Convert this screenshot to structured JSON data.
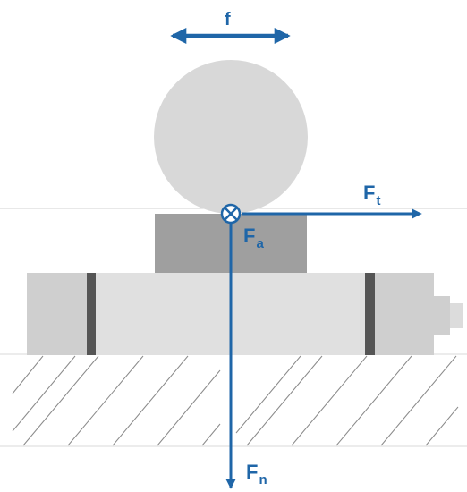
{
  "labels": {
    "frequency": "f",
    "tangential_force_main": "F",
    "tangential_force_sub": "t",
    "axial_force_main": "F",
    "axial_force_sub": "a",
    "normal_force_main": "F",
    "normal_force_sub": "n"
  },
  "colors": {
    "force_arrow": "#1f66a8",
    "ball": "#d8d8d8",
    "sample": "#9f9f9f",
    "holder": "#dadada",
    "holder_stripe": "#555555",
    "ground_hatch": "#8a8a8a",
    "guide_lines": "#d0d0d0"
  },
  "icons": {
    "axial_force_symbol": "circle-cross-icon"
  }
}
